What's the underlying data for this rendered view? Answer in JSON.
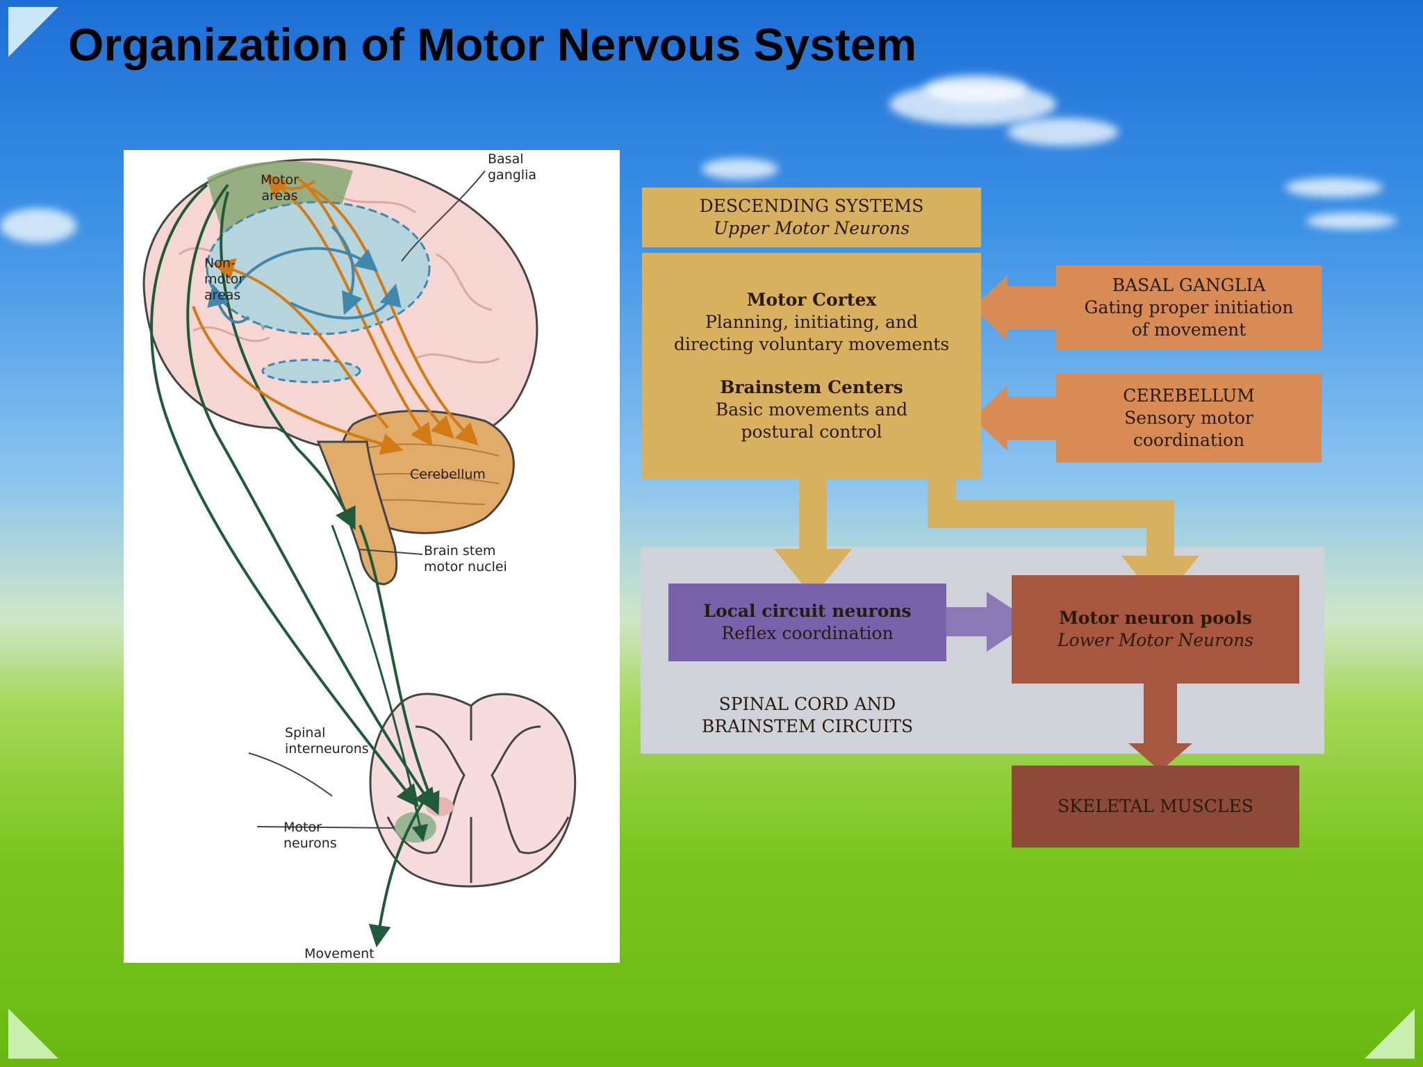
{
  "slide": {
    "title": "Organization of Motor Nervous System"
  },
  "colors": {
    "tan": "#d7b060",
    "orange": "#d88b55",
    "purple": "#7a62aa",
    "red": "#a85840",
    "darkred": "#8e4a38",
    "spinal_bg": "#cfd3d9",
    "path_green": "#1f5a3a",
    "path_orange": "#d27a14",
    "path_blue": "#3f87ad"
  },
  "figure": {
    "labels": {
      "motor_areas": "Motor\nareas",
      "basal_ganglia": "Basal\nganglia",
      "nonmotor_areas": "Non-\nmotor\nareas",
      "cerebellum": "Cerebellum",
      "brainstem": "Brain stem\nmotor nuclei",
      "spinal_interneurons": "Spinal\ninterneurons",
      "motor_neurons": "Motor\nneurons",
      "movement": "Movement"
    }
  },
  "flowchart": {
    "descending": {
      "title": "DESCENDING SYSTEMS",
      "subtitle": "Upper Motor Neurons"
    },
    "motor_cortex": {
      "title": "Motor Cortex",
      "line1": "Planning, initiating, and",
      "line2": "directing voluntary movements"
    },
    "brainstem": {
      "title": "Brainstem Centers",
      "line1": "Basic movements and",
      "line2": "postural control"
    },
    "basal_ganglia": {
      "title": "BASAL GANGLIA",
      "line1": "Gating proper initiation",
      "line2": "of movement"
    },
    "cerebellum": {
      "title": "CEREBELLUM",
      "line1": "Sensory motor",
      "line2": "coordination"
    },
    "local_circuit": {
      "title": "Local circuit neurons",
      "subtitle": "Reflex coordination"
    },
    "motor_pools": {
      "title": "Motor neuron pools",
      "subtitle": "Lower Motor Neurons"
    },
    "spinal": {
      "line1": "SPINAL CORD AND",
      "line2": "BRAINSTEM CIRCUITS"
    },
    "skeletal": {
      "title": "SKELETAL MUSCLES"
    }
  }
}
